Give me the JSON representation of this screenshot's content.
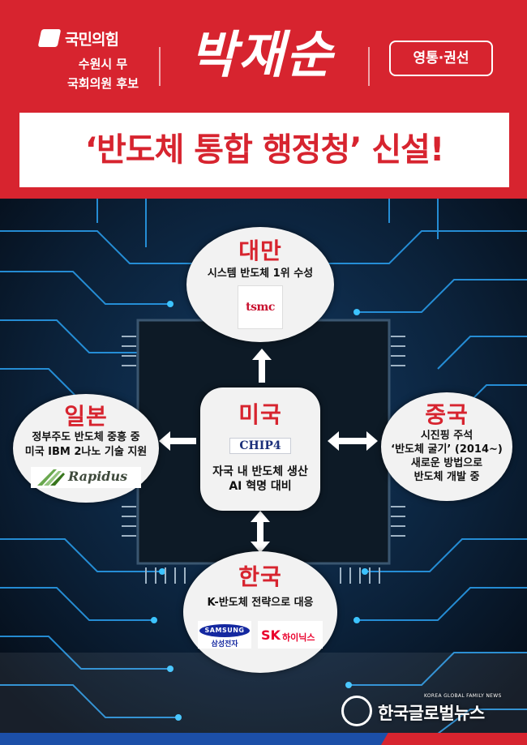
{
  "header": {
    "party": "국민의힘",
    "candidate_line1": "수원시 무",
    "candidate_line2": "국회의원 후보",
    "candidate_name": "박재순",
    "region": "영통·권선",
    "slogan": "‘반도체 통합 행정청’ 신설!"
  },
  "taiwan": {
    "country": "대만",
    "text": "시스템 반도체 1위 수성",
    "logo": "tsmc"
  },
  "japan": {
    "country": "일본",
    "text_line1": "정부주도 반도체 중흥 중",
    "text_line2": "미국 IBM 2나노 기술 지원",
    "logo": "Rapidus"
  },
  "usa": {
    "country": "미국",
    "chip": "CHIP4",
    "text_line1": "자국 내 반도체 생산",
    "text_line2": "AI 혁명 대비"
  },
  "china": {
    "country": "중국",
    "text_line1": "시진핑 주석",
    "text_line2": "‘반도체 굴기’ (2014~)",
    "text_line3": "새로운 방법으로",
    "text_line4": "반도체 개발 중"
  },
  "korea": {
    "country": "한국",
    "text": "K-반도체 전략으로 대응",
    "logo_samsung": "SAMSUNG",
    "logo_samsung_sub": "삼성전자",
    "logo_sk": "SK",
    "logo_sk_sub": "하이닉스"
  },
  "watermark": {
    "small": "KOREA GLOBAL FAMILY NEWS",
    "name": "한국글로벌뉴스"
  },
  "colors": {
    "brand_red": "#d7242f",
    "circuit_blue": "#1e88e5",
    "bubble": "#f2f2f2",
    "bottom_blue": "#1c4fa8"
  },
  "icons": {
    "arrow_up": "arrow-up-icon",
    "arrow_left": "arrow-left-icon",
    "arrow_both_h": "double-arrow-horizontal-icon",
    "arrow_both_v": "double-arrow-vertical-icon"
  }
}
